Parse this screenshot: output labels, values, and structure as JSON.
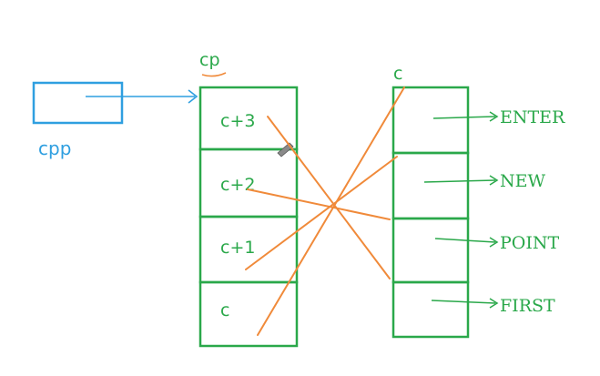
{
  "labels": {
    "cpp": "cpp",
    "cp": "cp",
    "c": "c"
  },
  "cp_cells": [
    "c+3",
    "c+2",
    "c+1",
    "c"
  ],
  "string_targets": [
    "ENTER",
    "NEW",
    "POINT",
    "FIRST"
  ],
  "colors": {
    "blue": "#2f9fe0",
    "green": "#2aa84a",
    "orange": "#f08a3a"
  }
}
